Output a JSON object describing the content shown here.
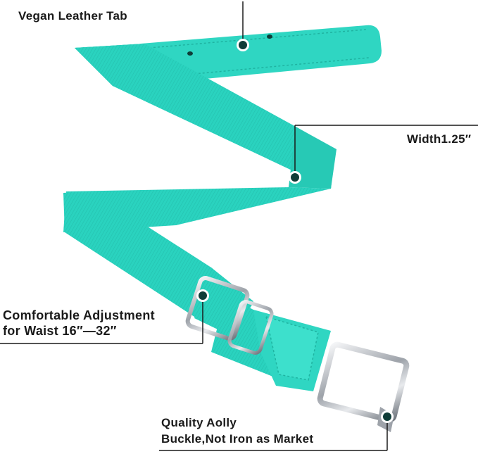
{
  "image": {
    "subject": "Teal elastic belt with vegan leather tab and metal buckle",
    "colors": {
      "belt": "#2ad3bf",
      "belt_dark": "#1aae9c",
      "belt_light": "#54e3d2",
      "metal": "#c9ccd1",
      "line": "#1a1a1a"
    }
  },
  "callouts": {
    "tab": "Vegan Leather Tab",
    "width": "Width1.25″",
    "adjust_line1": "Comfortable Adjustment",
    "adjust_line2": "for Waist 16″—32″",
    "buckle_line1": "Quality Aolly",
    "buckle_line2": "Buckle,Not Iron as Market"
  }
}
